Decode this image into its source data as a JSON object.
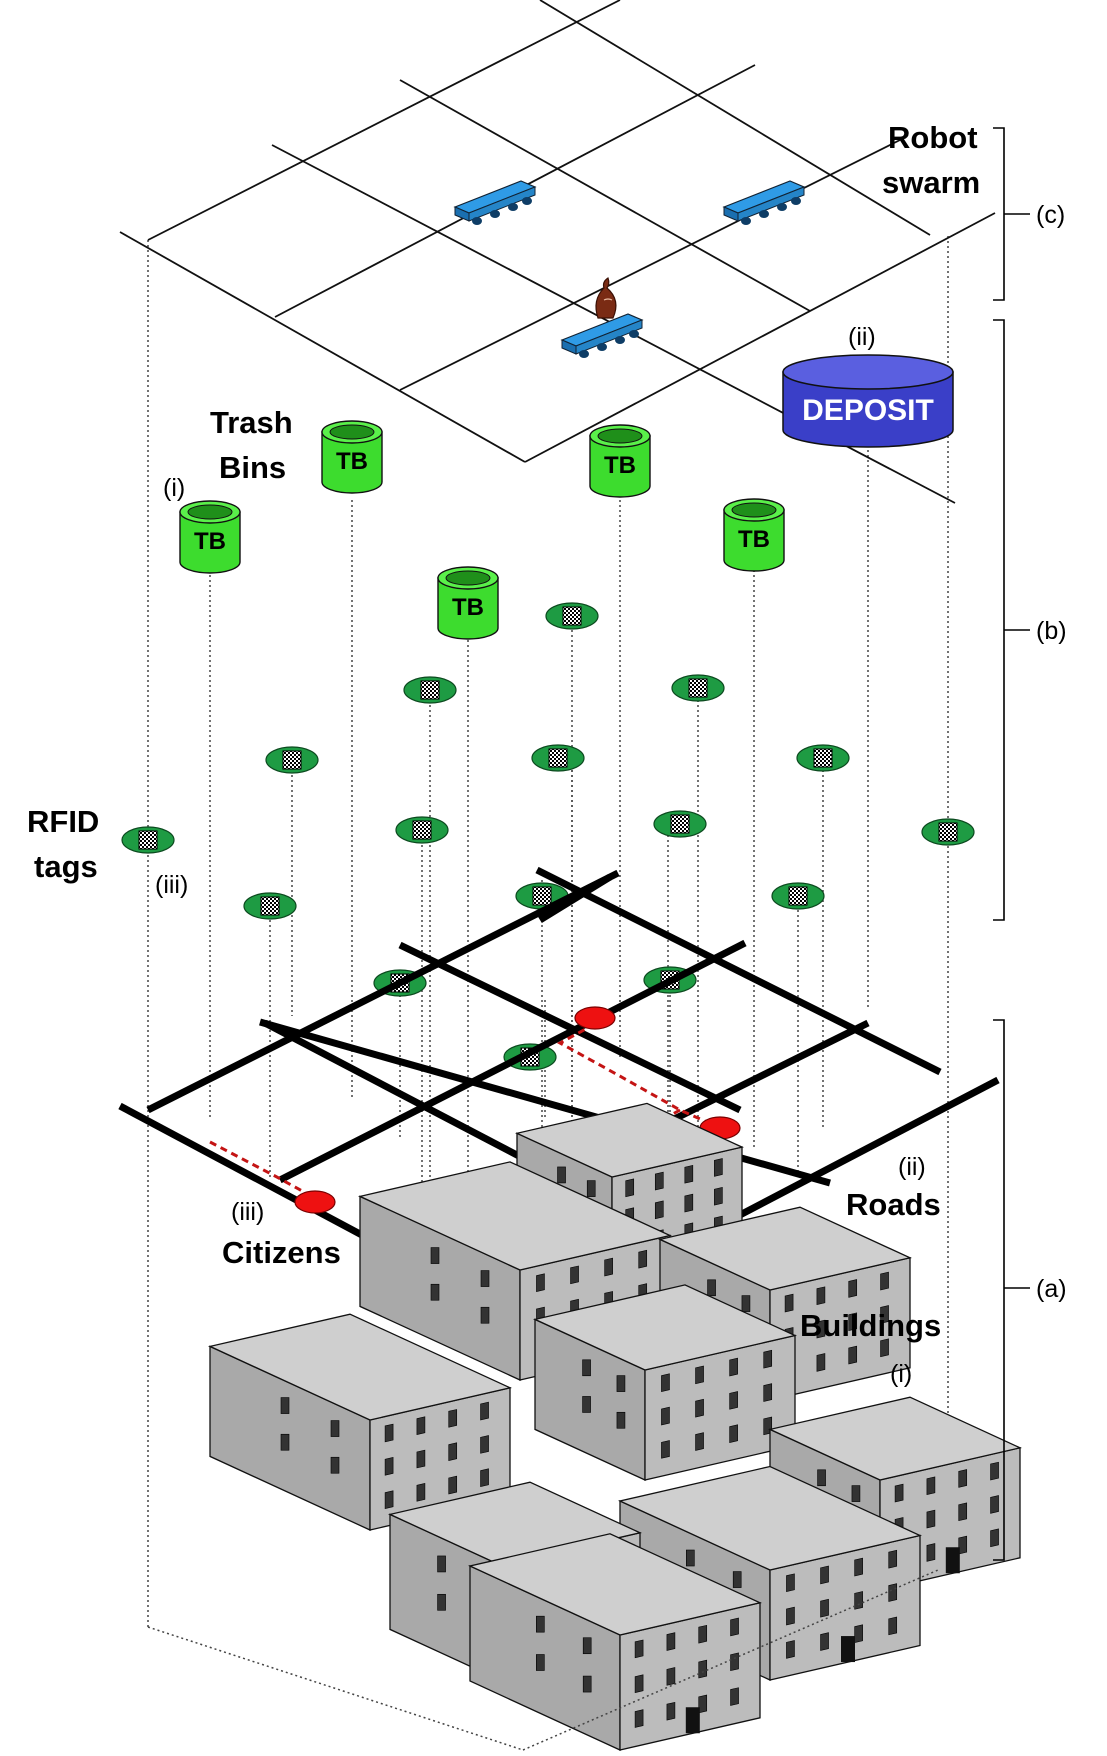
{
  "labels": {
    "robot_swarm_1": "Robot",
    "robot_swarm_2": "swarm",
    "trash_bins_1": "Trash",
    "trash_bins_2": "Bins",
    "rfid_tags_1": "RFID",
    "rfid_tags_2": "tags",
    "roads": "Roads",
    "citizens": "Citizens",
    "buildings": "Buildings",
    "deposit": "DEPOSIT",
    "trash_bin": "TB"
  },
  "markers": {
    "bins_i": "(i)",
    "deposit_ii": "(ii)",
    "rfid_iii": "(iii)",
    "roads_ii": "(ii)",
    "citizens_iii": "(iii)",
    "buildings_i": "(i)"
  },
  "layers": {
    "c": "(c)",
    "b": "(b)",
    "a": "(a)"
  },
  "colors": {
    "robot": "#2f9be6",
    "trash_bin": "#3ddc2e",
    "deposit": "#3a3fc8",
    "rfid": "#1e9b43",
    "citizen": "#ee1111",
    "building": "#bcbcbc"
  }
}
